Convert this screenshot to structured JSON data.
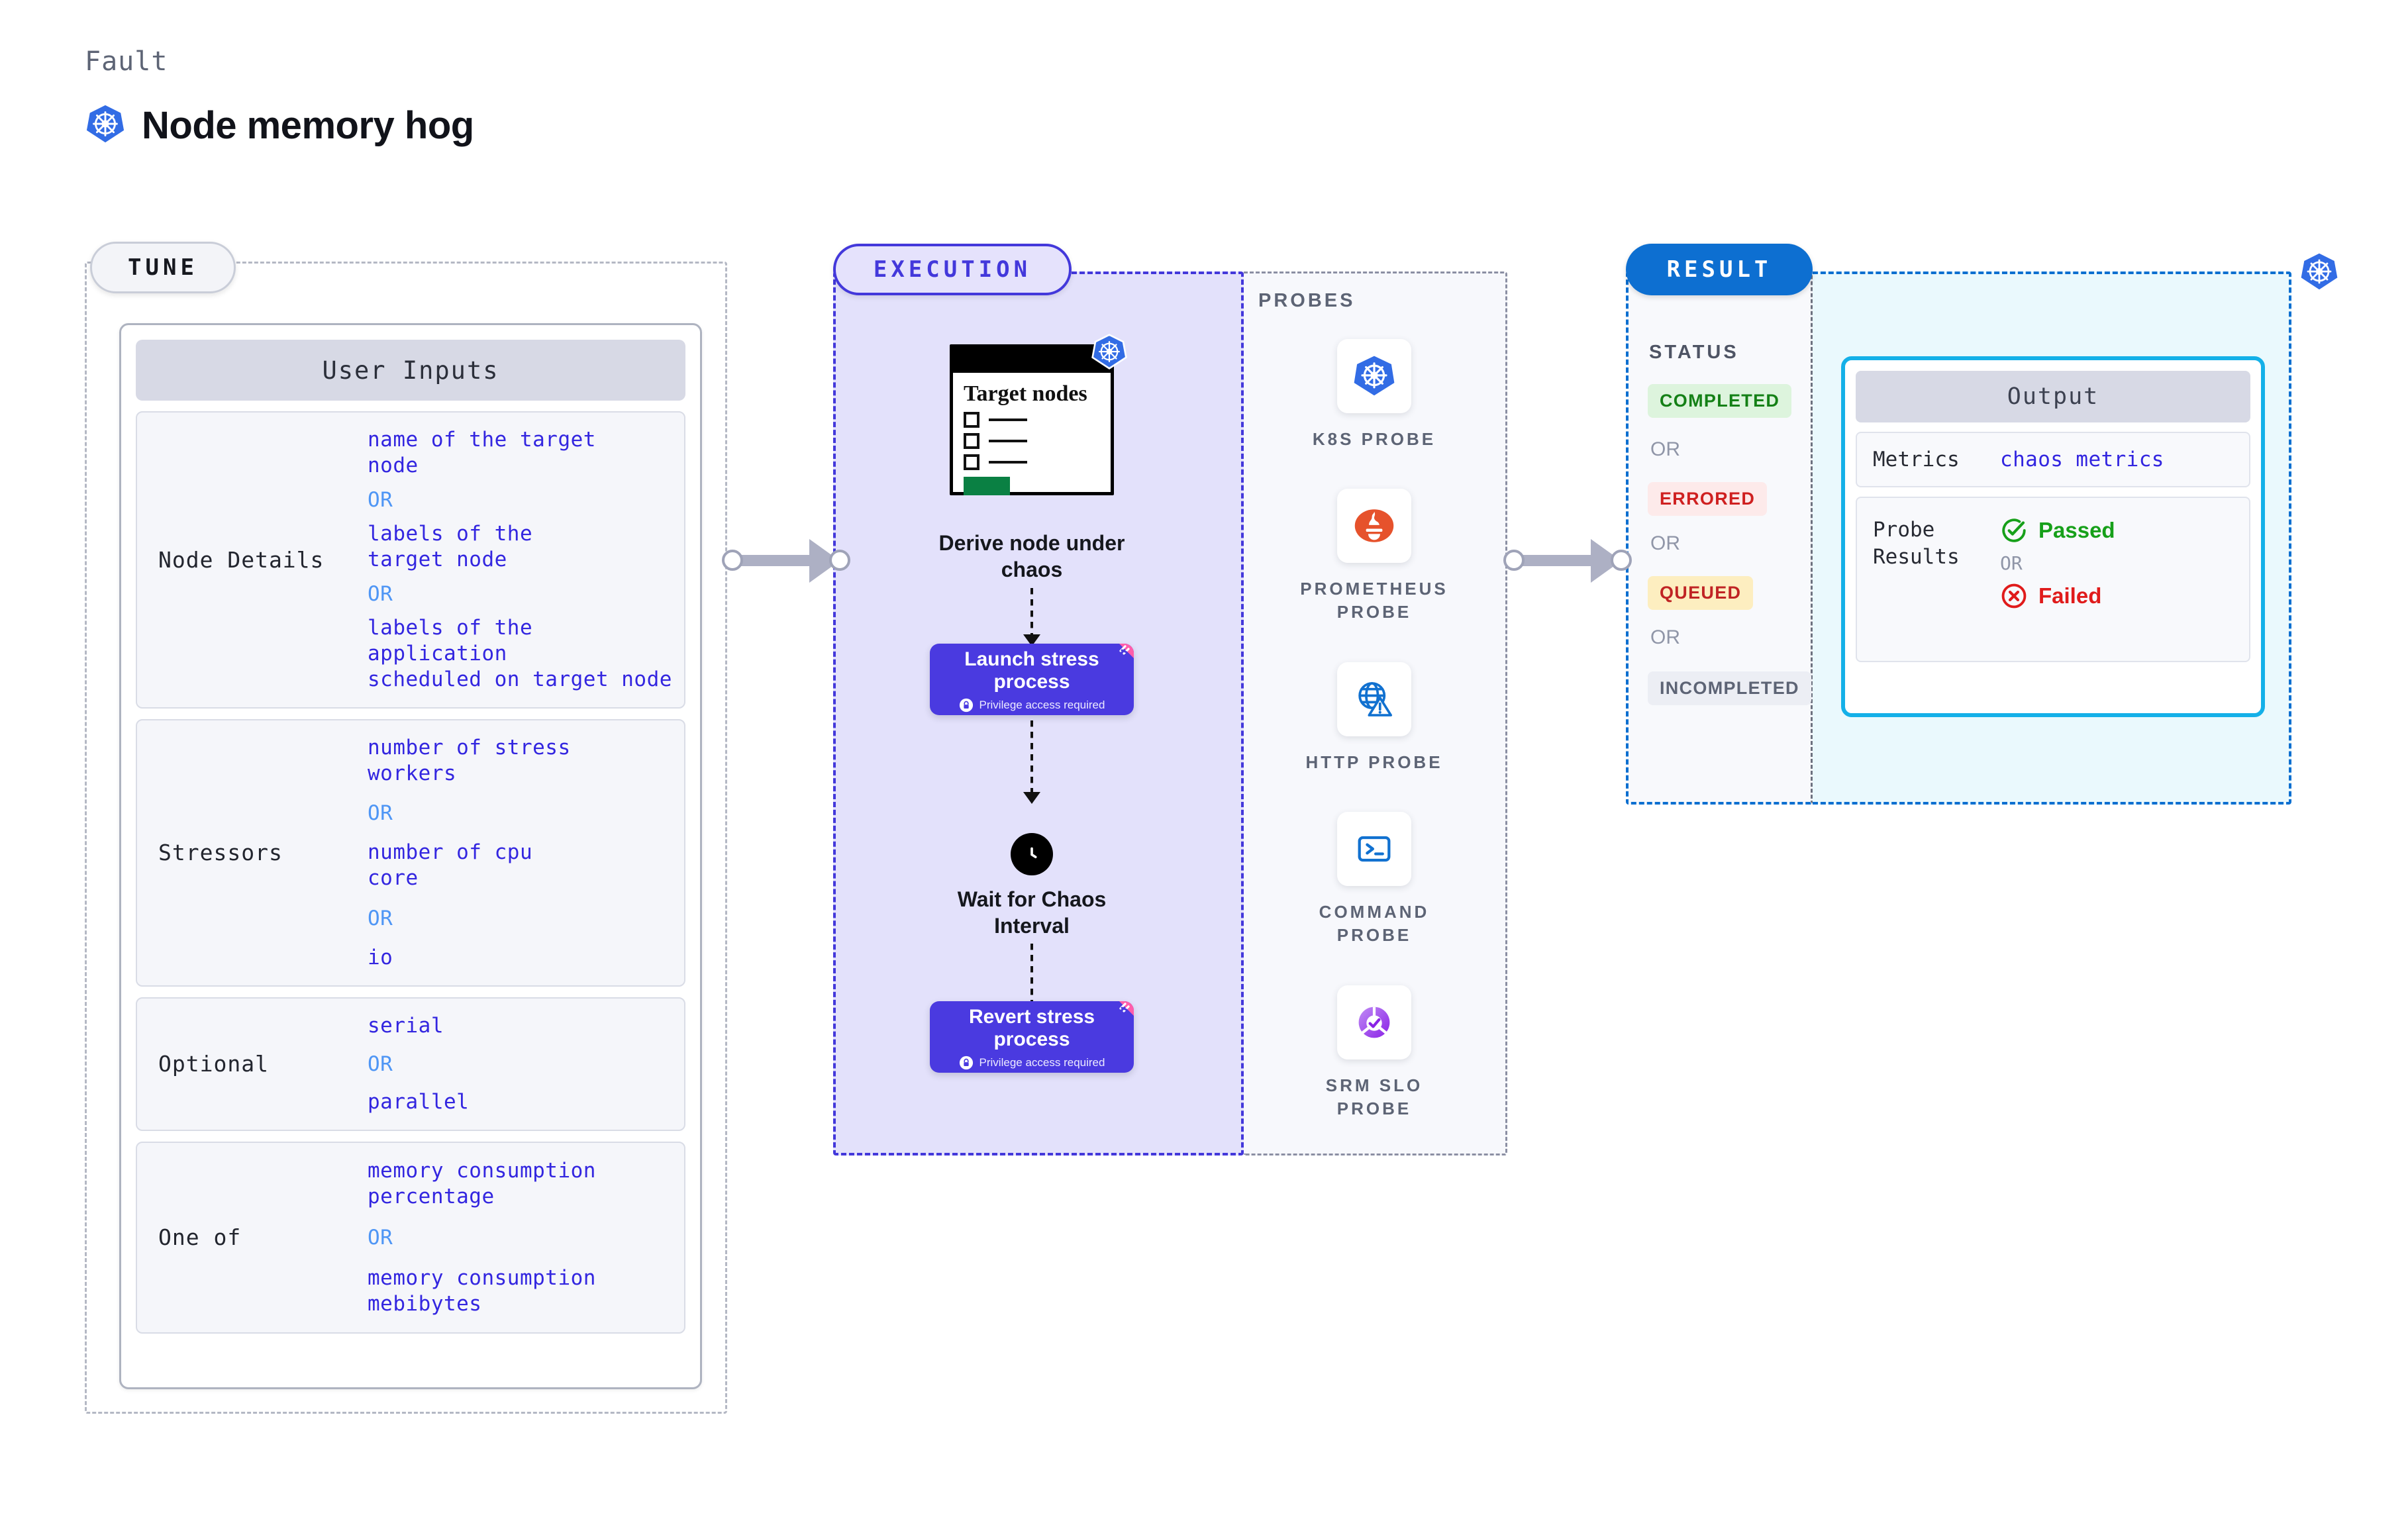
{
  "header": {
    "kicker": "Fault",
    "title": "Node memory hog",
    "icon": "kubernetes-icon"
  },
  "tune": {
    "pill_label": "TUNE",
    "card_title": "User Inputs",
    "groups": [
      {
        "label": "Node Details",
        "items": [
          {
            "kind": "value",
            "text": "name of the target\nnode"
          },
          {
            "kind": "or",
            "text": "OR"
          },
          {
            "kind": "value",
            "text": "labels of the\ntarget node"
          },
          {
            "kind": "or",
            "text": "OR"
          },
          {
            "kind": "value",
            "text": "labels of the application\n scheduled on target node"
          }
        ]
      },
      {
        "label": "Stressors",
        "items": [
          {
            "kind": "value",
            "text": "number of stress\nworkers"
          },
          {
            "kind": "or",
            "text": "OR"
          },
          {
            "kind": "value",
            "text": "number of cpu\ncore"
          },
          {
            "kind": "or",
            "text": "OR"
          },
          {
            "kind": "value",
            "text": "io"
          }
        ]
      },
      {
        "label": "Optional",
        "items": [
          {
            "kind": "value",
            "text": "serial"
          },
          {
            "kind": "or",
            "text": "OR"
          },
          {
            "kind": "value",
            "text": "parallel"
          }
        ]
      },
      {
        "label": "One of",
        "items": [
          {
            "kind": "value",
            "text": "memory consumption\npercentage"
          },
          {
            "kind": "or",
            "text": "OR"
          },
          {
            "kind": "value",
            "text": "memory consumption\nmebibytes"
          }
        ]
      }
    ]
  },
  "execution": {
    "pill_label": "EXECUTION",
    "target_card": {
      "title": "Target\nnodes",
      "badge_icon": "kubernetes-icon",
      "checkbox_rows": 3
    },
    "steps": [
      {
        "caption": "Derive node under\nchaos"
      },
      {
        "title": "Launch stress\nprocess",
        "sub": "Privilege access required",
        "lock_icon": "lock-icon",
        "corner_icon": "harness-logo-icon"
      },
      {
        "caption": "Wait for Chaos\nInterval",
        "icon": "clock-icon"
      },
      {
        "title": "Revert stress\nprocess",
        "sub": "Privilege access required",
        "lock_icon": "lock-icon",
        "corner_icon": "harness-logo-icon"
      }
    ]
  },
  "probes": {
    "label": "PROBES",
    "items": [
      {
        "name": "K8S  PROBE",
        "icon": "kubernetes-icon"
      },
      {
        "name": "PROMETHEUS\nPROBE",
        "icon": "prometheus-icon"
      },
      {
        "name": "HTTP  PROBE",
        "icon": "globe-warning-icon"
      },
      {
        "name": "COMMAND\nPROBE",
        "icon": "terminal-icon"
      },
      {
        "name": "SRM  SLO\nPROBE",
        "icon": "slo-donut-check-icon"
      }
    ]
  },
  "result": {
    "pill_label": "RESULT",
    "status_label": "STATUS",
    "or_label": "OR",
    "statuses": [
      {
        "text": "COMPLETED",
        "bg": "#ddf4dd",
        "fg": "#148016"
      },
      {
        "text": "ERRORED",
        "bg": "#fdeaea",
        "fg": "#cf2020"
      },
      {
        "text": "QUEUED",
        "bg": "#fdeec0",
        "fg": "#c02424"
      },
      {
        "text": "INCOMPLETED",
        "bg": "#eceef4",
        "fg": "#5d6475"
      }
    ],
    "corner_icon": "kubernetes-icon",
    "output": {
      "title": "Output",
      "metrics_label": "Metrics",
      "metrics_value": "chaos metrics",
      "probe_results_label": "Probe\nResults",
      "passed_text": "Passed",
      "passed_icon": "check-circle-icon",
      "passed_color": "#17a01a",
      "or_label": "OR",
      "failed_text": "Failed",
      "failed_icon": "x-circle-icon",
      "failed_color": "#e01b1b"
    }
  },
  "connectors": [
    {
      "name": "tune-to-execution"
    },
    {
      "name": "execution-to-result"
    }
  ]
}
